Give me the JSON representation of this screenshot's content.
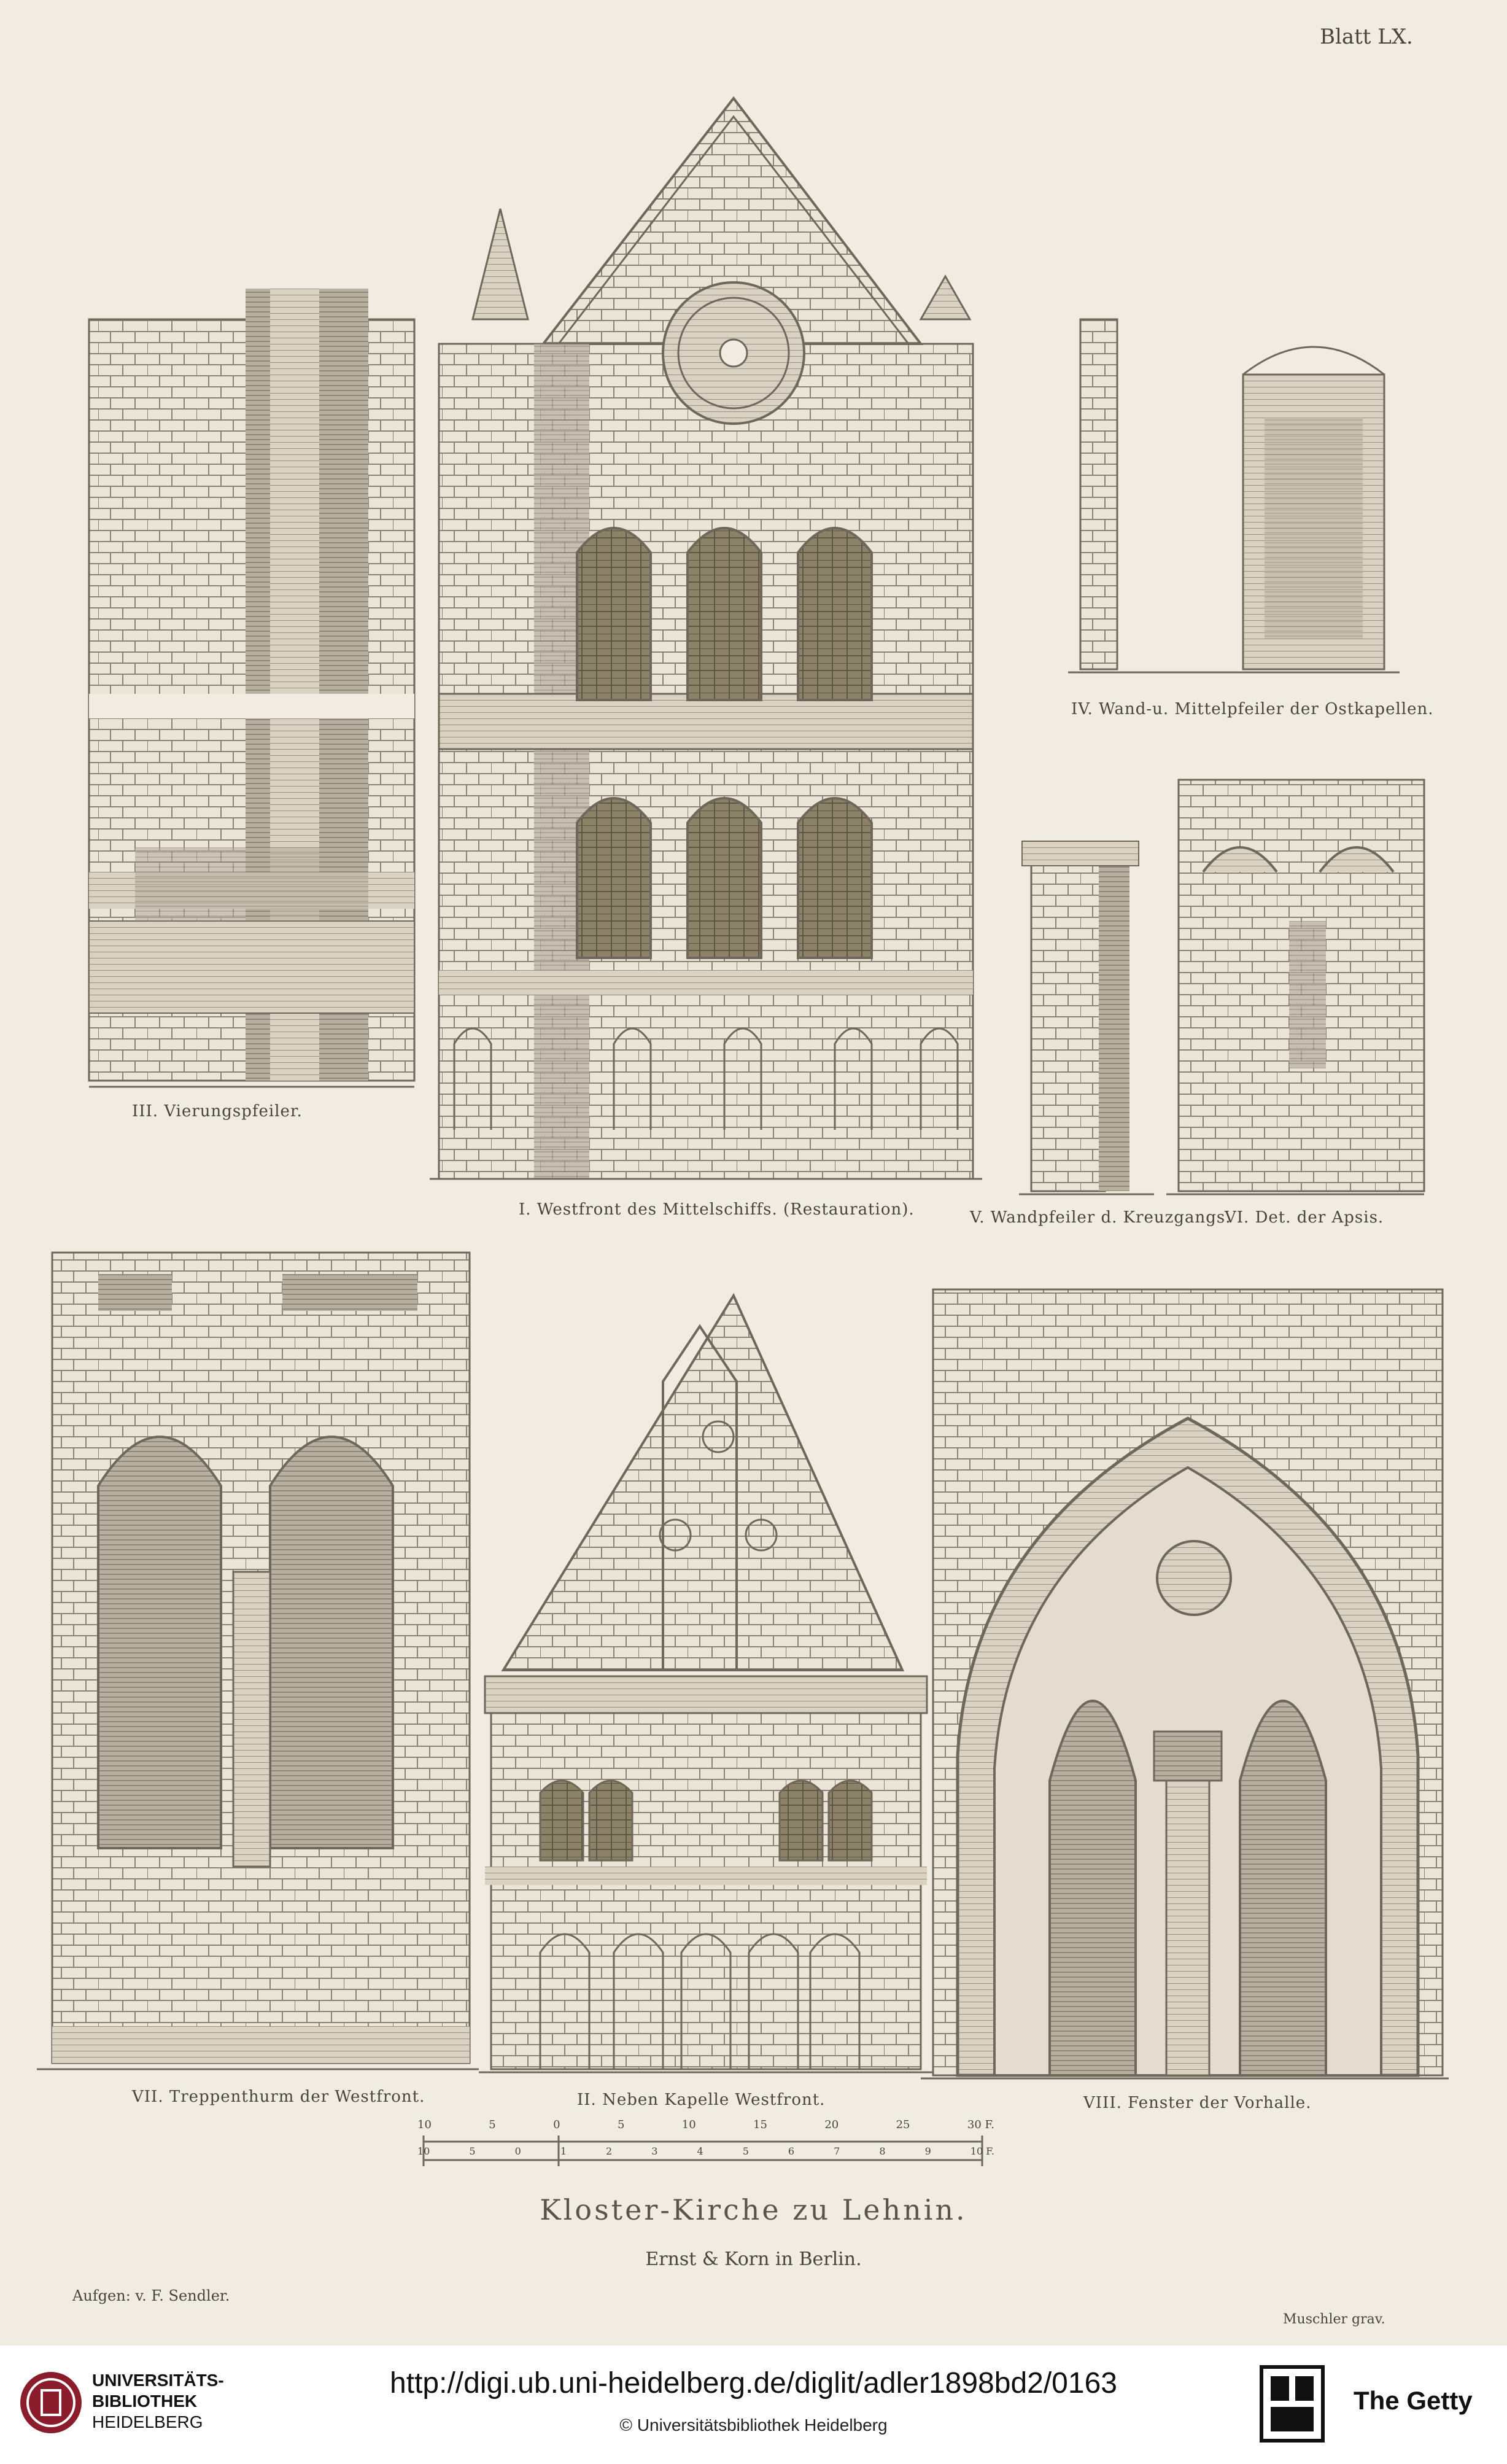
{
  "plate": {
    "sheet_label": "Blatt LX.",
    "title": "Kloster-Kirche zu Lehnin.",
    "publisher": "Ernst & Korn in Berlin.",
    "credit_left": "Aufgen: v. F. Sendler.",
    "credit_right": "Muschler grav.",
    "figures": [
      {
        "id": "I",
        "caption": "I. Westfront des Mittelschiffs. (Restauration)."
      },
      {
        "id": "II",
        "caption": "II. Neben Kapelle Westfront."
      },
      {
        "id": "III",
        "caption": "III. Vierungspfeiler."
      },
      {
        "id": "IV",
        "caption": "IV. Wand-u. Mittelpfeiler der Ostkapellen."
      },
      {
        "id": "V",
        "caption": "V. Wandpfeiler d. Kreuzgangs."
      },
      {
        "id": "VI",
        "caption": "VI. Det. der Apsis."
      },
      {
        "id": "VII",
        "caption": "VII. Treppenthurm der Westfront."
      },
      {
        "id": "VIII",
        "caption": "VIII. Fenster der Vorhalle."
      }
    ],
    "scale_bar": {
      "top_labels": [
        "10",
        "5",
        "0",
        "5",
        "10",
        "15",
        "20",
        "25",
        "30 F."
      ],
      "bottom_labels": [
        "10",
        "5",
        "0",
        "1",
        "2",
        "3",
        "4",
        "5",
        "6",
        "7",
        "8",
        "9",
        "10 F."
      ]
    }
  },
  "footer": {
    "library_name_line1": "UNIVERSITÄTS-",
    "library_name_line2": "BIBLIOTHEK",
    "library_name_line3": "HEIDELBERG",
    "url": "http://digi.ub.uni-heidelberg.de/diglit/adler1898bd2/0163",
    "copyright": "© Universitätsbibliothek Heidelberg",
    "partner_name": "The Getty"
  }
}
